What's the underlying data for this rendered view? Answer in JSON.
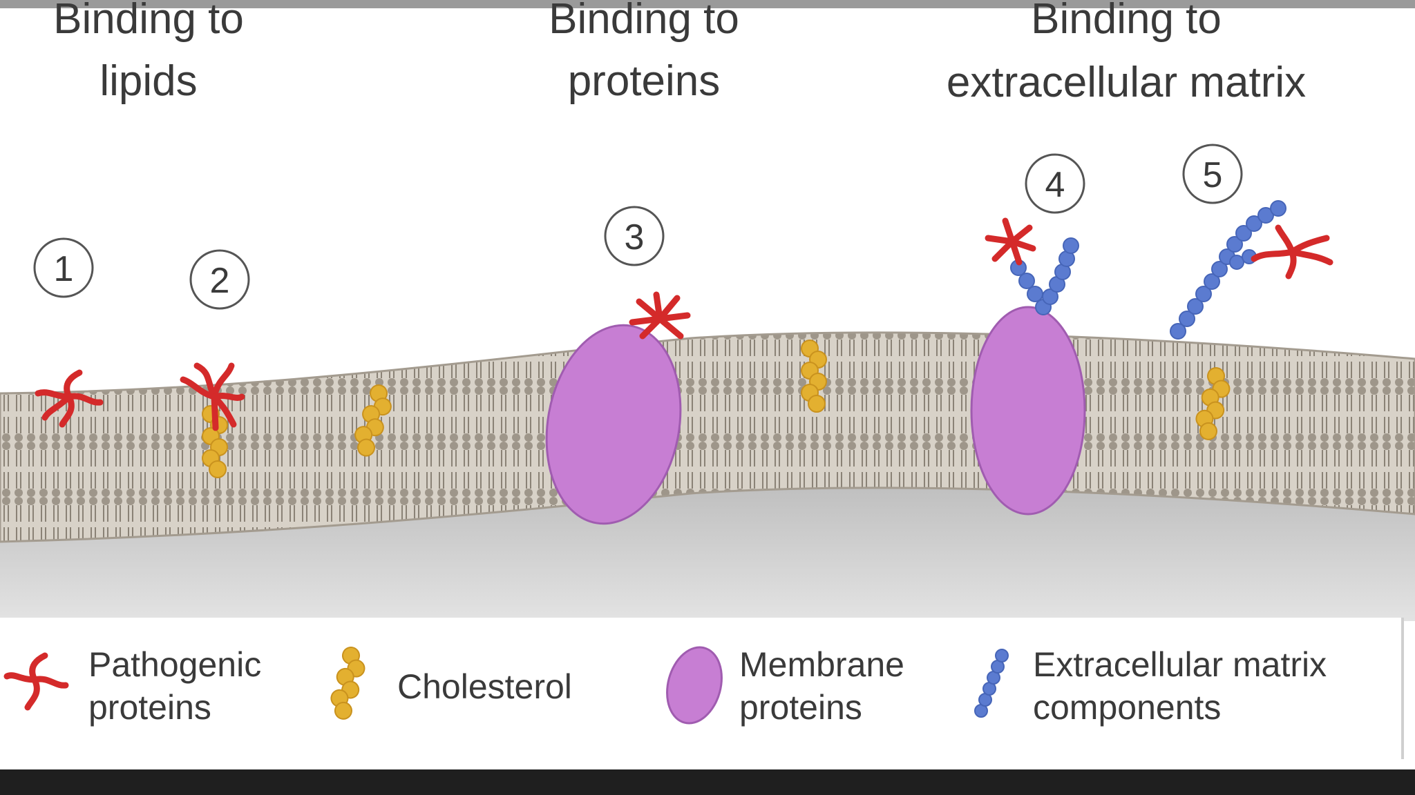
{
  "headings": {
    "lipids": [
      "Binding to",
      "lipids"
    ],
    "proteins": [
      "Binding to",
      "proteins"
    ],
    "ecm": [
      "Binding to",
      "extracellular matrix"
    ]
  },
  "markers": [
    "1",
    "2",
    "3",
    "4",
    "5"
  ],
  "legend": {
    "pathogenic": [
      "Pathogenic",
      "proteins"
    ],
    "cholesterol": [
      "Cholesterol"
    ],
    "membrane": [
      "Membrane",
      "proteins"
    ],
    "ecm": [
      "Extracellular matrix",
      "components"
    ]
  },
  "colors": {
    "pathogenic": "#d42a2a",
    "cholesterol": "#e3b030",
    "membrane_protein": "#c77ed3",
    "ecm_component": "#5b7bd0",
    "membrane": "#cfc8be"
  }
}
